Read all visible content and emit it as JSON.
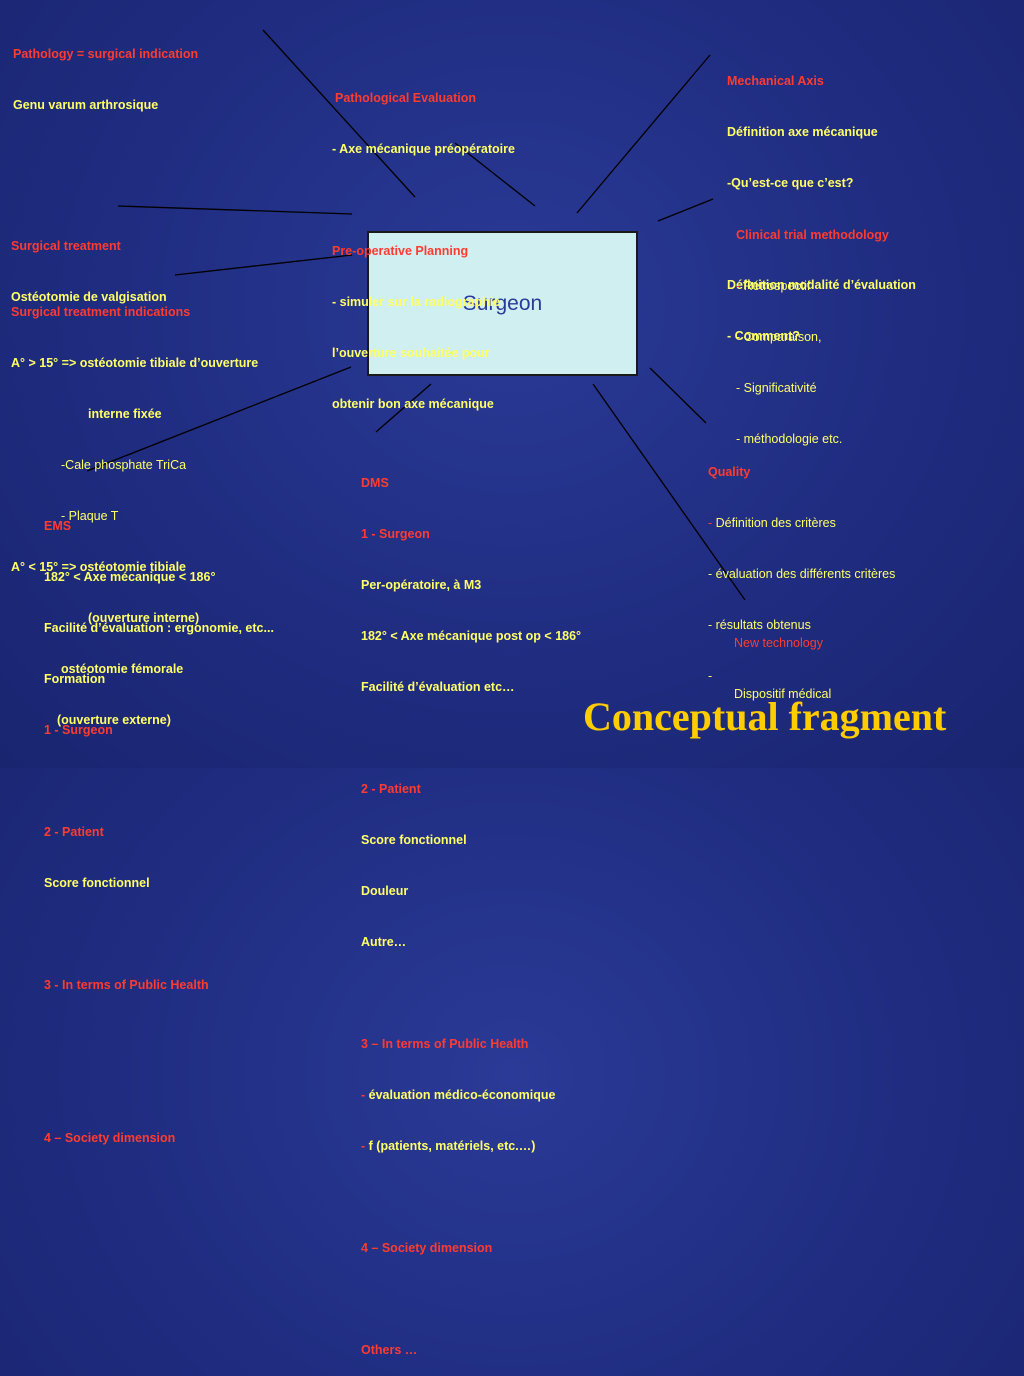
{
  "center": {
    "label": "Surgeon"
  },
  "title": "Conceptual fragment",
  "colors": {
    "red": "#ff3b30",
    "yellow": "#ffff66",
    "white": "#ffffff",
    "title": "#ffcc00",
    "box": "#cfeff0"
  },
  "pathology": {
    "heading": "Pathology = surgical indication",
    "line1": "Genu varum arthrosique"
  },
  "pathological_eval": {
    "heading": "Pathological Evaluation",
    "line1": "- Axe mécanique préopératoire",
    "heading2": "Pre-operative Planning",
    "line2": "- simuler sur la radiographie",
    "line3": "l’ouverture souhaitée pour",
    "line4": "obtenir bon axe mécanique"
  },
  "mechanical_axis": {
    "heading": "Mechanical Axis",
    "line1": "Définition axe mécanique",
    "line2": "-Qu’est-ce que c’est?",
    "line3": "Définition modalité d’évaluation",
    "line4": "- Comment?"
  },
  "surgical_treatment": {
    "heading": "Surgical treatment",
    "line1": "Ostéotomie de valgisation"
  },
  "surgical_indications": {
    "heading": "Surgical treatment indications",
    "line1": "A° > 15° => ostéotomie tibiale d’ouverture",
    "line2": "interne fixée",
    "line3": "-Cale phosphate TriCa",
    "line4": "- Plaque T",
    "line5": "A° < 15° => ostéotomie tibiale",
    "line6": "(ouverture interne)",
    "line7": "ostéotomie fémorale",
    "line8": "(ouverture externe)"
  },
  "clinical_trial": {
    "heading": "Clinical trial methodology",
    "line1": "Rétrospectif",
    "line2": "- Comparaison,",
    "line3": "- Significativité",
    "line4": "- méthodologie etc."
  },
  "ems": {
    "heading": "EMS",
    "line1": "182° < Axe mécanique < 186°",
    "line2": "Facilité d’évaluation : ergonomie, etc...",
    "line3": "Formation",
    "line4": "1 - Surgeon",
    "line5": "2 - Patient",
    "line6": "Score fonctionnel",
    "line7": "3 - In terms of Public Health",
    "line8": "4 – Society dimension"
  },
  "dms": {
    "heading": "DMS",
    "line1": "1 - Surgeon",
    "line2": "Per-opératoire, à M3",
    "line3": "182° < Axe mécanique post op < 186°",
    "line4": "Facilité d’évaluation etc…",
    "line5": "2 - Patient",
    "line6": "Score fonctionnel",
    "line7": "Douleur",
    "line8": "Autre…",
    "line9": "3 – In terms of Public Health",
    "line10": "évaluation médico-économique",
    "line11": "f (patients, matériels, etc.…)",
    "line12": "4 – Society dimension",
    "line13": "Others …"
  },
  "quality": {
    "heading": "Quality",
    "line1": "Définition des critères",
    "line2": "- évaluation des différents critères",
    "line3": "- résultats obtenus",
    "line4": "-"
  },
  "new_tech": {
    "heading": "New technology",
    "line1": "Dispositif médical"
  }
}
